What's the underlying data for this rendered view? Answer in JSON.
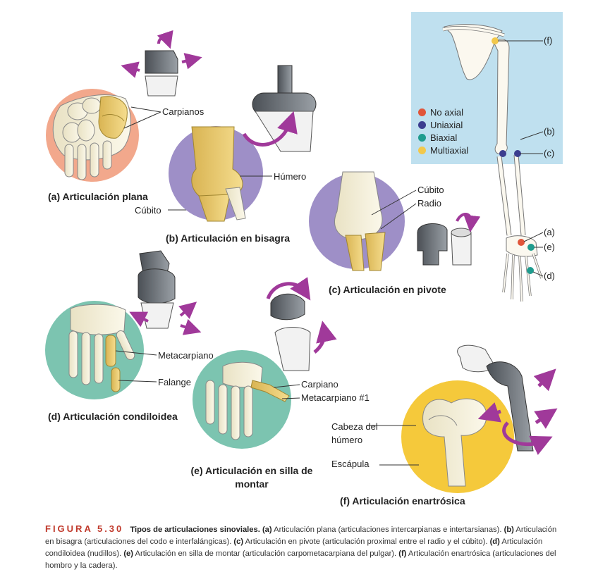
{
  "legend": {
    "items": [
      {
        "label": "No axial",
        "color": "#e0553a"
      },
      {
        "label": "Uniaxial",
        "color": "#3b3d8f"
      },
      {
        "label": "Biaxial",
        "color": "#1f9c8e"
      },
      {
        "label": "Multiaxial",
        "color": "#f2c84b"
      }
    ]
  },
  "skeleton_labels": {
    "f": "(f)",
    "b": "(b)",
    "c": "(c)",
    "a": "(a)",
    "e": "(e)",
    "d": "(d)"
  },
  "panels": {
    "a": {
      "title": "(a) Articulación plana",
      "labels": {
        "carpianos": "Carpianos",
        "cubito": "Cúbito"
      }
    },
    "b": {
      "title": "(b) Articulación en bisagra",
      "labels": {
        "humero": "Húmero"
      }
    },
    "c": {
      "title": "(c) Articulación en pivote",
      "labels": {
        "cubito": "Cúbito",
        "radio": "Radio"
      }
    },
    "d": {
      "title": "(d) Articulación condiloidea",
      "labels": {
        "metacarpiano": "Metacarpiano",
        "falange": "Falange"
      }
    },
    "e": {
      "title": "(e) Articulación en silla de montar",
      "labels": {
        "carpiano": "Carpiano",
        "metacarpiano1": "Metacarpiano #1"
      }
    },
    "f": {
      "title": "(f) Articulación enartrósica",
      "labels": {
        "cabeza": "Cabeza del húmero",
        "escapula": "Escápula"
      }
    }
  },
  "caption": {
    "figure": "FIGURA 5.30",
    "heading": "Tipos de articulaciones sinoviales.",
    "parts": [
      {
        "tag": "(a)",
        "text": " Articulación plana (articulaciones intercarpianas e intertarsianas). "
      },
      {
        "tag": "(b)",
        "text": " Articulación en bisagra (articulaciones del codo e interfalángicas). "
      },
      {
        "tag": "(c)",
        "text": " Articulación en pivote (articulación proximal entre el radio y el cúbito). "
      },
      {
        "tag": "(d)",
        "text": " Articulación condiloidea (nudillos). "
      },
      {
        "tag": "(e)",
        "text": " Articulación en silla de montar (articulación carpometacarpiana del pulgar). "
      },
      {
        "tag": "(f)",
        "text": " Articulación enartrósica (articulaciones del hombro y la cadera)."
      }
    ]
  }
}
